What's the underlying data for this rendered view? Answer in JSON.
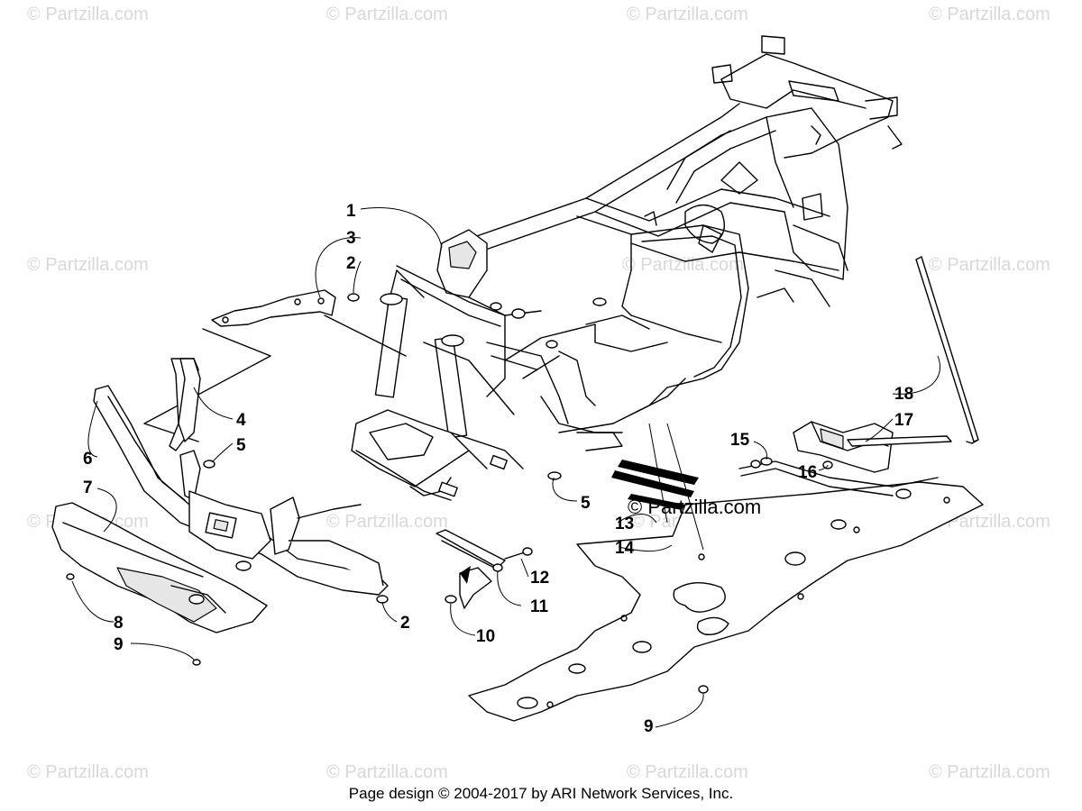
{
  "watermarks": [
    "© Partzilla.com",
    "© Partzilla.com",
    "© Partzilla.com",
    "© Partzilla.com",
    "© Partzilla.com",
    "© Partzilla.com",
    "© Partzilla.com",
    "© Partzilla.com",
    "© Partzilla.com",
    "© Partzilla.com",
    "© Partzilla.com",
    "© Partzilla.com",
    "© Partzilla.com",
    "© Partzilla.com",
    "© Partzilla.com"
  ],
  "center_watermark": "© Partzilla.com",
  "callouts": [
    "1",
    "3",
    "2",
    "4",
    "5",
    "6",
    "7",
    "5",
    "2",
    "8",
    "9",
    "10",
    "11",
    "12",
    "13",
    "14",
    "15",
    "16",
    "17",
    "18",
    "9"
  ],
  "footer": "Page design © 2004-2017 by ARI Network Services, Inc."
}
